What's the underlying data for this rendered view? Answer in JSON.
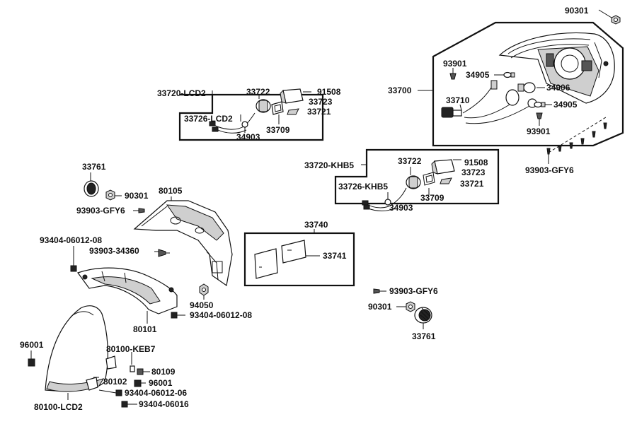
{
  "labels": {
    "l_90301_top": "90301",
    "l_33700": "33700",
    "l_93901_a": "93901",
    "l_34905_a": "34905",
    "l_34906": "34906",
    "l_33710": "33710",
    "l_34905_b": "34905",
    "l_93901_b": "93901",
    "l_93903_gfy6_right": "93903-GFY6",
    "l_33720_lcd2": "33720-LCD2",
    "l_33722_a": "33722",
    "l_91508_a": "91508",
    "l_33723_a": "33723",
    "l_33721_a": "33721",
    "l_33726_lcd2": "33726-LCD2",
    "l_33709_a": "33709",
    "l_34903_a": "34903",
    "l_33720_khb5": "33720-KHB5",
    "l_33722_b": "33722",
    "l_91508_b": "91508",
    "l_33723_b": "33723",
    "l_33721_b": "33721",
    "l_33726_khb5": "33726-KHB5",
    "l_33709_b": "33709",
    "l_34903_b": "34903",
    "l_33761_a": "33761",
    "l_90301_a": "90301",
    "l_93903_gfy6_a": "93903-GFY6",
    "l_80105": "80105",
    "l_93404_a": "93404-06012-08",
    "l_93903_34360": "93903-34360",
    "l_33740": "33740",
    "l_33741": "33741",
    "l_94050": "94050",
    "l_93404_b": "93404-06012-08",
    "l_80101": "80101",
    "l_93903_gfy6_b": "93903-GFY6",
    "l_90301_b": "90301",
    "l_33761_b": "33761",
    "l_96001_a": "96001",
    "l_80100_keb7": "80100-KEB7",
    "l_80109": "80109",
    "l_80102": "80102",
    "l_96001_b": "96001",
    "l_93404_c": "93404-06012-06",
    "l_93404_d": "93404-06016",
    "l_80100_lcd2": "80100-LCD2"
  }
}
